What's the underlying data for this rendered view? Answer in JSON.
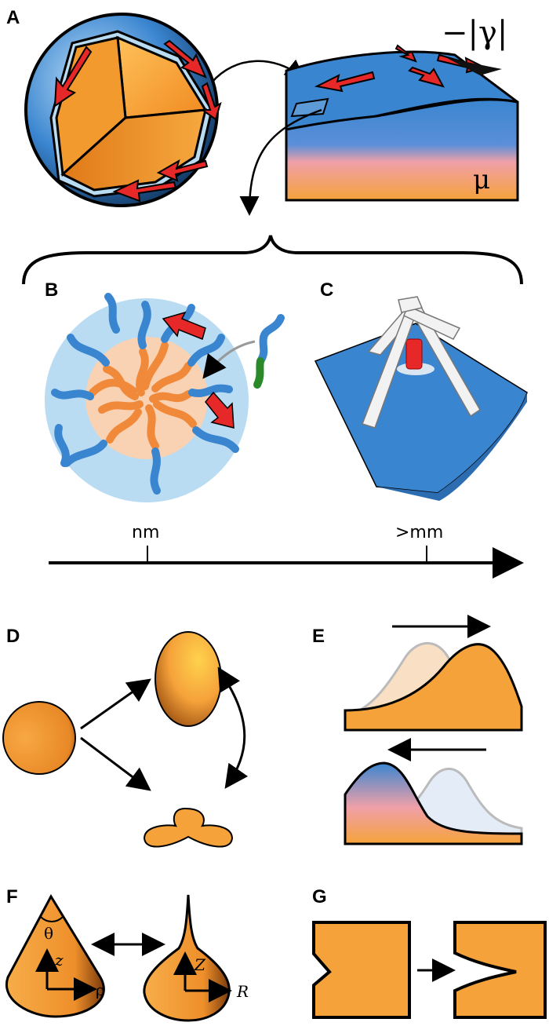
{
  "panels": {
    "a": {
      "label": "A",
      "surface_tension": "−|γ|",
      "viscosity": "μ"
    },
    "b": {
      "label": "B"
    },
    "c": {
      "label": "C"
    },
    "d": {
      "label": "D"
    },
    "e": {
      "label": "E"
    },
    "f": {
      "label": "F",
      "cone_angle": "θ",
      "cone_axis": "z",
      "cone_radius": "ρ",
      "drop_axis": "Z",
      "drop_radius": "R"
    },
    "g": {
      "label": "G"
    }
  },
  "scale_axis": {
    "tick_small": "nm",
    "tick_large": ">mm"
  },
  "colors": {
    "orange": "#f5a23a",
    "blue": "#3a85d0",
    "light_blue": "#b9dcf2",
    "pink": "#f0a0a8",
    "red": "#e62828",
    "green": "#2a8a2a"
  }
}
